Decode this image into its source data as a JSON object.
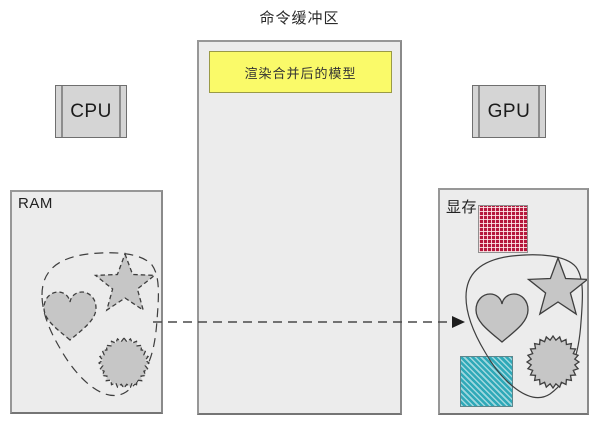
{
  "title": "命令缓冲区",
  "cpu": {
    "label": "CPU"
  },
  "gpu": {
    "label": "GPU"
  },
  "ram": {
    "label": "RAM",
    "group_outline": "dashed",
    "shapes": [
      {
        "name": "star"
      },
      {
        "name": "heart"
      },
      {
        "name": "burst-circle"
      }
    ]
  },
  "command_buffer": {
    "model_label": "渲染合并后的模型"
  },
  "vram": {
    "label": "显存",
    "group_outline": "solid",
    "shapes": [
      {
        "name": "star"
      },
      {
        "name": "heart"
      },
      {
        "name": "burst-circle"
      }
    ],
    "textures": [
      {
        "name": "red-grid-square",
        "color": "#b5173c"
      },
      {
        "name": "teal-striped-square",
        "color": "#2fa9b8"
      }
    ]
  },
  "arrow": {
    "direction": "ram-to-vram",
    "style": "dashed"
  },
  "colors": {
    "box_fill": "#ececec",
    "box_border": "#979797",
    "chip_fill": "#d5d5d5",
    "shape_fill": "#c6c6c6",
    "shape_stroke": "#3e3e3e",
    "yellow_fill": "#fafa69",
    "yellow_border": "#9a9a46",
    "red_square": "#b5173c",
    "teal_square": "#2fa9b8",
    "arrow": "#4a4a4a",
    "background": "#ffffff"
  }
}
